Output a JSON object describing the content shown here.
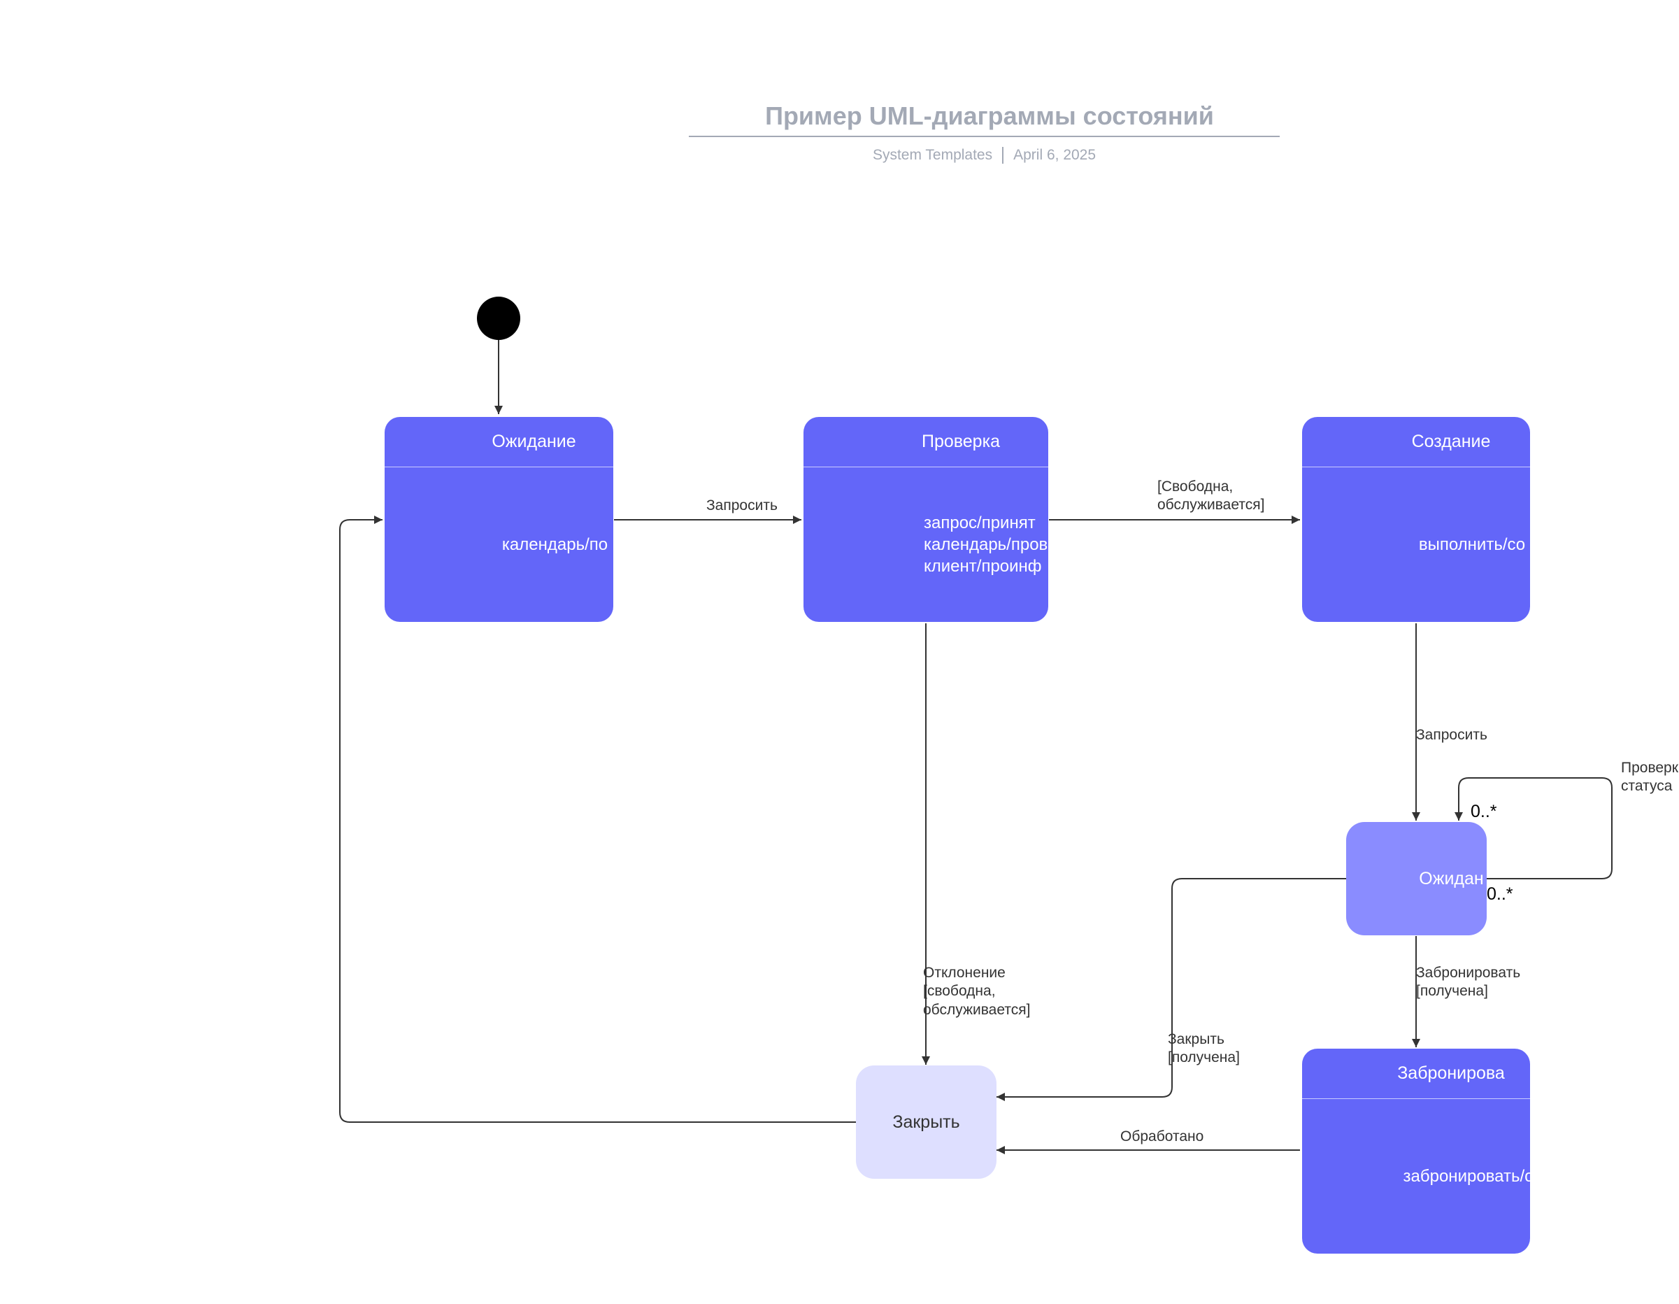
{
  "header": {
    "title": "Пример UML-диаграммы состояний",
    "author": "System Templates",
    "date": "April 6, 2025"
  },
  "states": {
    "waiting": {
      "title": "Ожидание",
      "body": "календарь/по"
    },
    "checking": {
      "title": "Проверка",
      "body_lines": [
        "запрос/принят",
        "календарь/пров",
        "клиент/проинф"
      ]
    },
    "creating": {
      "title": "Создание",
      "body": "выполнить/со"
    },
    "pending": {
      "title": "Ожидан"
    },
    "closed": {
      "title": "Закрыть"
    },
    "booked": {
      "title": "Забронирова",
      "body": "забронировать/о"
    }
  },
  "transitions": {
    "request": "Запросить",
    "free_lines": [
      "[Свободна,",
      "обслуживается]"
    ],
    "reject_lines": [
      "Отклонение",
      "[свободна,",
      "обслуживается]"
    ],
    "confirm": "Запросить",
    "check_lines": [
      "Проверка",
      "статуса"
    ],
    "book_lines": [
      "Забронировать",
      "[получена]"
    ],
    "close_lines": [
      "Закрыть",
      "[получена]"
    ],
    "processing": "Обработано"
  },
  "multiplicity": {
    "top": "0..*",
    "bottom": "0..*"
  },
  "colors": {
    "state_fill": "#6366f9",
    "pending_fill": "#8a8cff",
    "closed_fill": "#dedfff",
    "arrow": "#333333",
    "title": "#a3a9b5"
  }
}
